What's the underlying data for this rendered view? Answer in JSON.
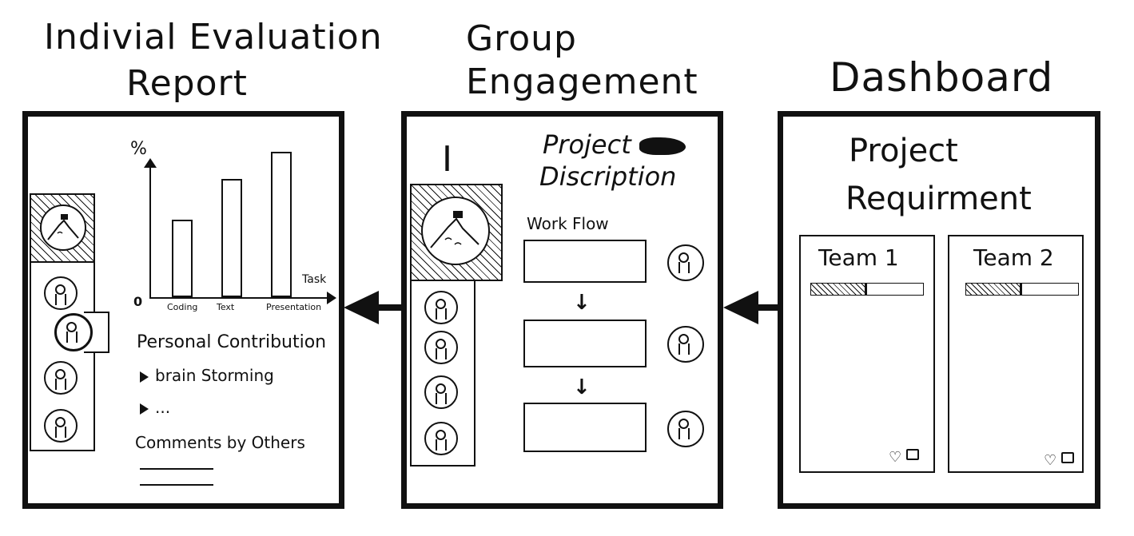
{
  "screens": {
    "report": {
      "title_line1": "Indivial Evaluation",
      "title_line2": "Report",
      "chart": {
        "y_label": "%",
        "x_label": "Task",
        "origin_label": "0"
      },
      "personal_contribution_heading": "Personal Contribution",
      "contributions": [
        "brain Storming",
        "..."
      ],
      "comments_heading": "Comments by Others"
    },
    "group": {
      "title_line1": "Group",
      "title_line2": "Engagement",
      "marker": "I",
      "project_heading_line1": "Project",
      "project_heading_line2": "Discription",
      "workflow_label": "Work Flow"
    },
    "dashboard": {
      "title": "Dashboard",
      "requirement_line1": "Project",
      "requirement_line2": "Requirment",
      "teams": [
        {
          "name": "Team 1",
          "progress": 0.48
        },
        {
          "name": "Team 2",
          "progress": 0.48
        }
      ]
    }
  },
  "chart_data": {
    "type": "bar",
    "categories": [
      "Coding",
      "Text",
      "Presentation"
    ],
    "values": [
      51,
      78,
      96
    ],
    "ylabel": "%",
    "xlabel": "Task",
    "ylim": [
      0,
      100
    ],
    "grid": false
  },
  "icons": [
    "avatar-icon",
    "landscape-photo-icon",
    "heart-icon",
    "comment-icon",
    "arrow-left-icon",
    "arrow-down-icon",
    "bullet-icon"
  ]
}
